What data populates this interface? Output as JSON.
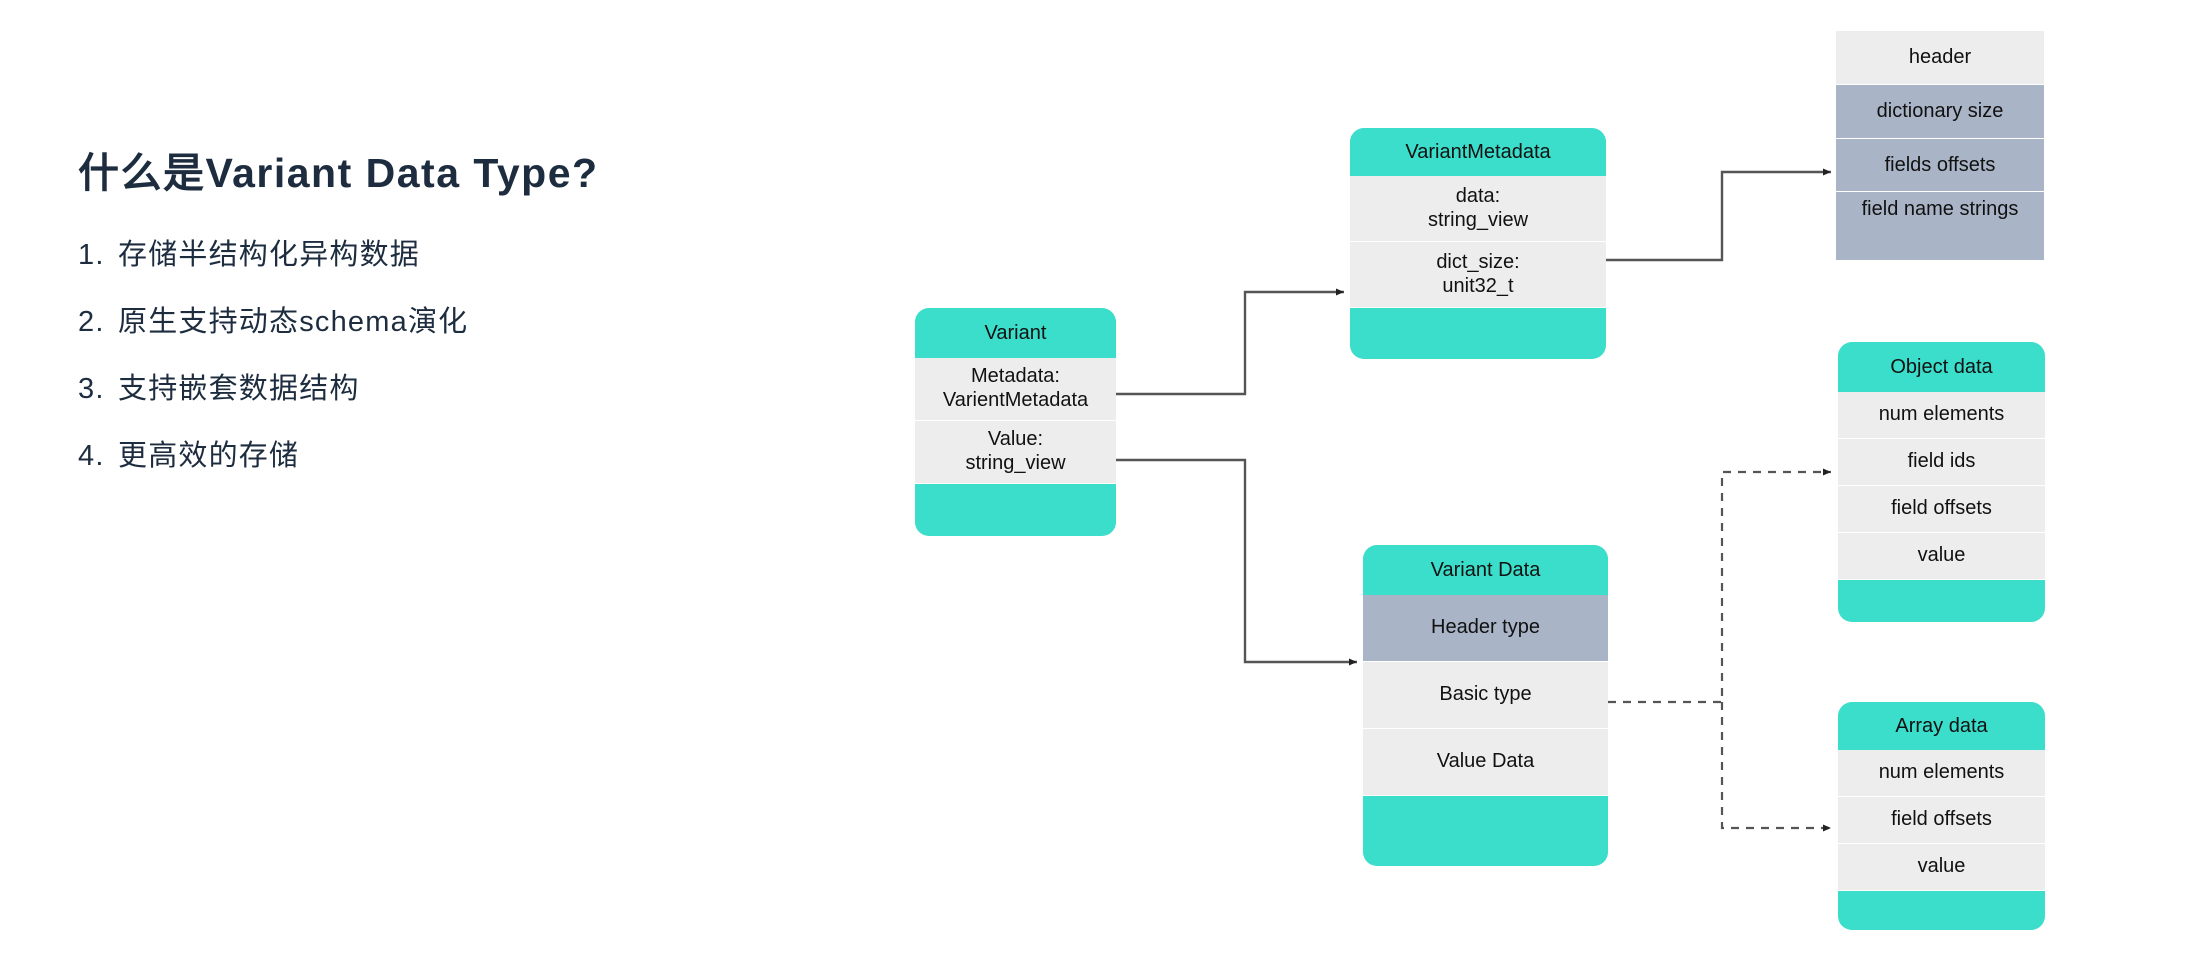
{
  "left_panel": {
    "title": "什么是Variant Data Type?",
    "features": [
      {
        "num": "1.",
        "text": "存储半结构化异构数据"
      },
      {
        "num": "2.",
        "text": "原生支持动态schema演化"
      },
      {
        "num": "3.",
        "text": "支持嵌套数据结构"
      },
      {
        "num": "4.",
        "text": "更高效的存储"
      }
    ]
  },
  "colors": {
    "teal": "#3adecb",
    "slate": "#aab4c7",
    "light_gray": "#ededed",
    "text_dark": "#1d2d3f",
    "connector": "#555555"
  },
  "diagram": {
    "variant": {
      "title": "Variant",
      "rows": [
        {
          "label_line1": "Metadata:",
          "label_line2": "VarientMetadata",
          "style": "light"
        },
        {
          "label_line1": "Value:",
          "label_line2": "string_view",
          "style": "light"
        }
      ]
    },
    "variant_metadata": {
      "title": "VariantMetadata",
      "rows": [
        {
          "label_line1": "data:",
          "label_line2": "string_view",
          "style": "light"
        },
        {
          "label_line1": "dict_size:",
          "label_line2": "unit32_t",
          "style": "light"
        }
      ]
    },
    "metadata_layout": {
      "rows": [
        {
          "label": "header",
          "style": "light"
        },
        {
          "label": "dictionary size",
          "style": "slate"
        },
        {
          "label": "fields offsets",
          "style": "slate"
        },
        {
          "label": "field name strings",
          "style": "slate"
        }
      ]
    },
    "variant_data": {
      "title": "Variant Data",
      "rows": [
        {
          "label_line1": "Header type",
          "label_line2": "",
          "style": "slate"
        },
        {
          "label_line1": "Basic type",
          "label_line2": "",
          "style": "light"
        },
        {
          "label_line1": "Value Data",
          "label_line2": "",
          "style": "light"
        }
      ]
    },
    "object_data": {
      "title": "Object data",
      "rows": [
        {
          "label": "num elements",
          "style": "light"
        },
        {
          "label": "field ids",
          "style": "light"
        },
        {
          "label": "field offsets",
          "style": "light"
        },
        {
          "label": "value",
          "style": "light"
        }
      ]
    },
    "array_data": {
      "title": "Array data",
      "rows": [
        {
          "label": "num elements",
          "style": "light"
        },
        {
          "label": "field offsets",
          "style": "light"
        },
        {
          "label": "value",
          "style": "light"
        }
      ]
    }
  }
}
